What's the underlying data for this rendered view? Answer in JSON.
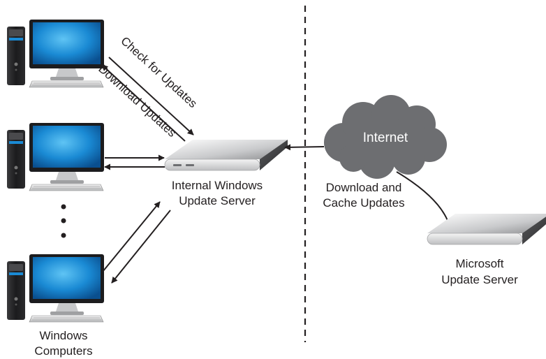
{
  "labels": {
    "check_for_updates": "Check for Updates",
    "download_updates": "Download Updates",
    "internal_server_line1": "Internal Windows",
    "internal_server_line2": "Update Server",
    "internet": "Internet",
    "download_cache_line1": "Download and",
    "download_cache_line2": "Cache Updates",
    "microsoft_server_line1": "Microsoft",
    "microsoft_server_line2": "Update Server",
    "windows_computers_line1": "Windows",
    "windows_computers_line2": "Computers"
  },
  "icons": {
    "computer": "desktop-computer-icon",
    "server": "server-appliance-icon",
    "cloud": "cloud-icon"
  },
  "colors": {
    "screen": "#1a8ad4",
    "cloud": "#6d6e71",
    "arrow": "#231f20",
    "server_body": "#d9dadb"
  }
}
